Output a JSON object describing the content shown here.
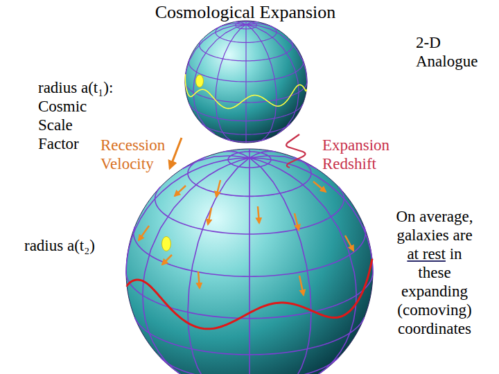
{
  "diagram": {
    "title": "Cosmological Expansion",
    "labels": [
      "2-D Analogue",
      "radius a(t₁):",
      "Cosmic Scale Factor",
      "Recession Velocity",
      "Expansion Redshift",
      "radius a(t₂)",
      "On average, galaxies are at rest in these expanding (comoving) coordinates"
    ]
  }
}
